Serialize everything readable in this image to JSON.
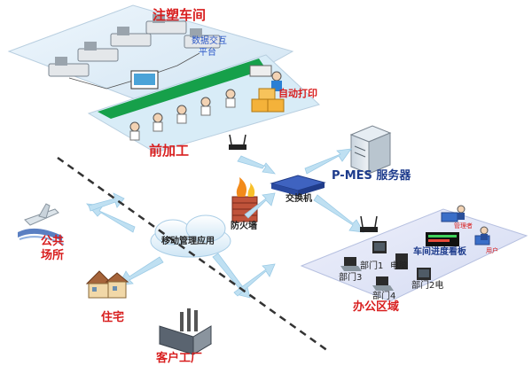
{
  "labels": {
    "injection_workshop": "注塑车间",
    "data_platform_line1": "数据交互",
    "data_platform_line2": "平台",
    "auto_print": "自动打印",
    "pre_processing": "前加工",
    "mes_server": "P-MES 服务器",
    "switch": "交换机",
    "firewall": "防火墙",
    "mobile_app": "移动管理应用",
    "public_line1": "公共",
    "public_line2": "场所",
    "residence": "住宅",
    "customer_factory": "客户工厂",
    "office_area": "办公区域",
    "kanban": "车间进度看板",
    "dept1": "部门1",
    "computer": "电脑",
    "dept3": "部门3",
    "dept4": "部门4",
    "dept2": "部门2电",
    "manager": "管理者",
    "user": "用户"
  },
  "colors": {
    "label_red": "#d81e1e",
    "label_blue": "#1d3b8c",
    "arrow_blue": "#bfe0f2",
    "platform_fill": "#dfeef8"
  }
}
